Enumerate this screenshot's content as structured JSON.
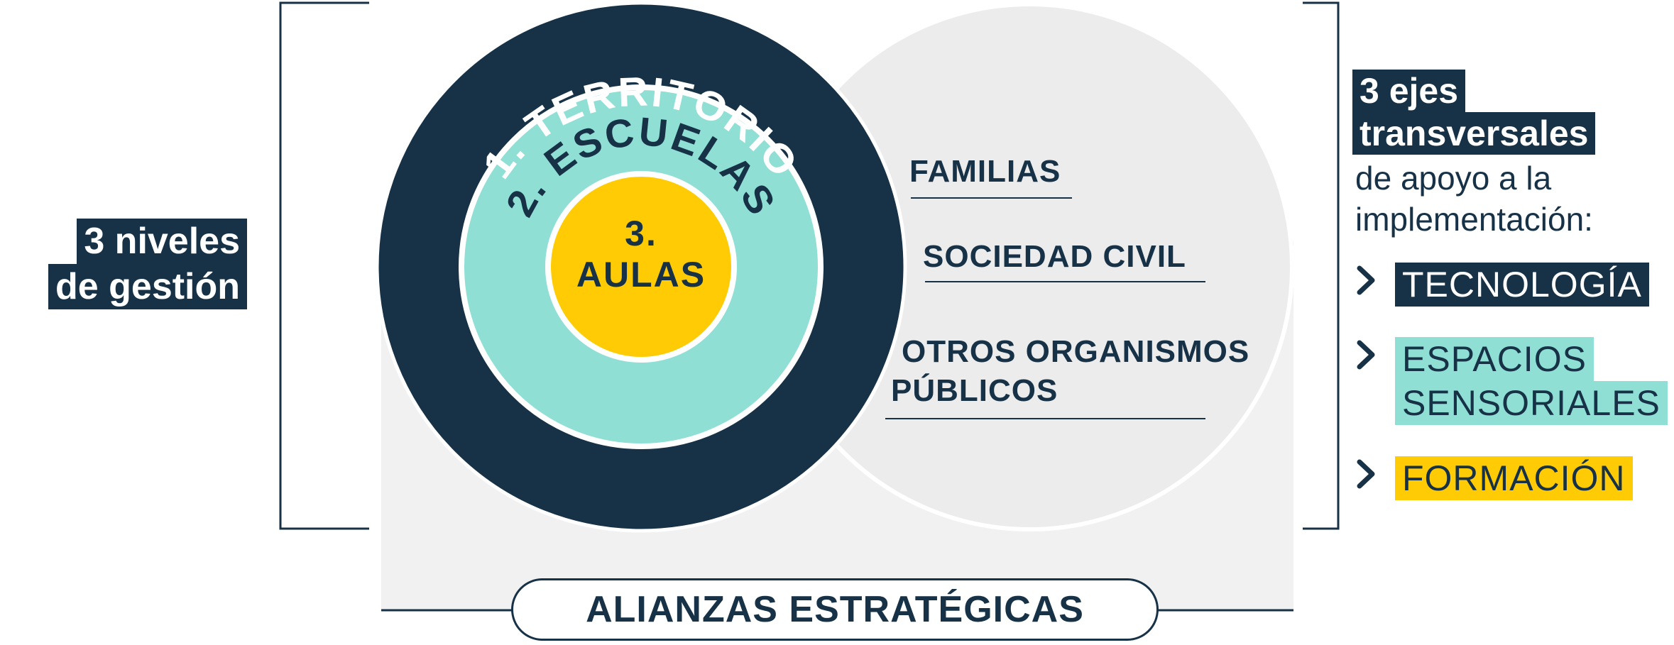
{
  "left_label": {
    "line1": "3 niveles",
    "line2": "de gestión"
  },
  "levels": {
    "territorio": "1. TERRITORIO",
    "escuelas": "2. ESCUELAS",
    "aulas_num": "3.",
    "aulas": "AULAS"
  },
  "partners": [
    "FAMILIAS",
    "SOCIEDAD CIVIL",
    "OTROS ORGANISMOS",
    "PÚBLICOS"
  ],
  "alliances_label": "ALIANZAS ESTRATÉGICAS",
  "right_panel": {
    "title1": "3 ejes",
    "title2": "transversales",
    "subtitle1": "de apoyo a la",
    "subtitle2": "implementación:",
    "axes": [
      "TECNOLOGÍA",
      "ESPACIOS",
      "SENSORIALES",
      "FORMACIÓN"
    ]
  },
  "colors": {
    "navy": "#173146",
    "teal": "#8fdfd5",
    "yellow": "#ffcb05",
    "light_gray": "#efefef",
    "medium_gray": "#e6e6e6"
  }
}
